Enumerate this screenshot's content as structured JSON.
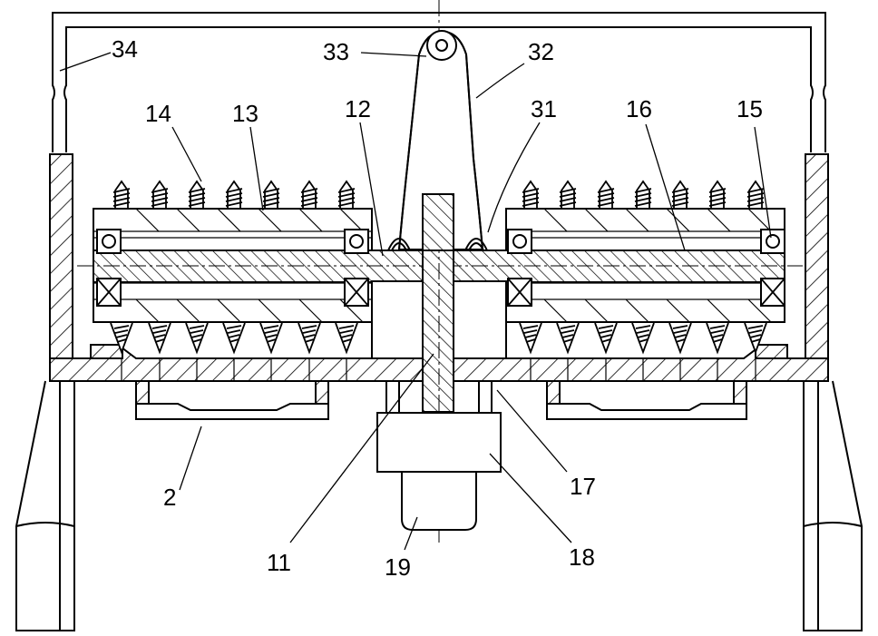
{
  "labels": {
    "l34": "34",
    "l33": "33",
    "l32": "32",
    "l14": "14",
    "l13": "13",
    "l12": "12",
    "l31": "31",
    "l16": "16",
    "l15": "15",
    "l2": "2",
    "l17": "17",
    "l11": "11",
    "l19": "19",
    "l18": "18"
  }
}
